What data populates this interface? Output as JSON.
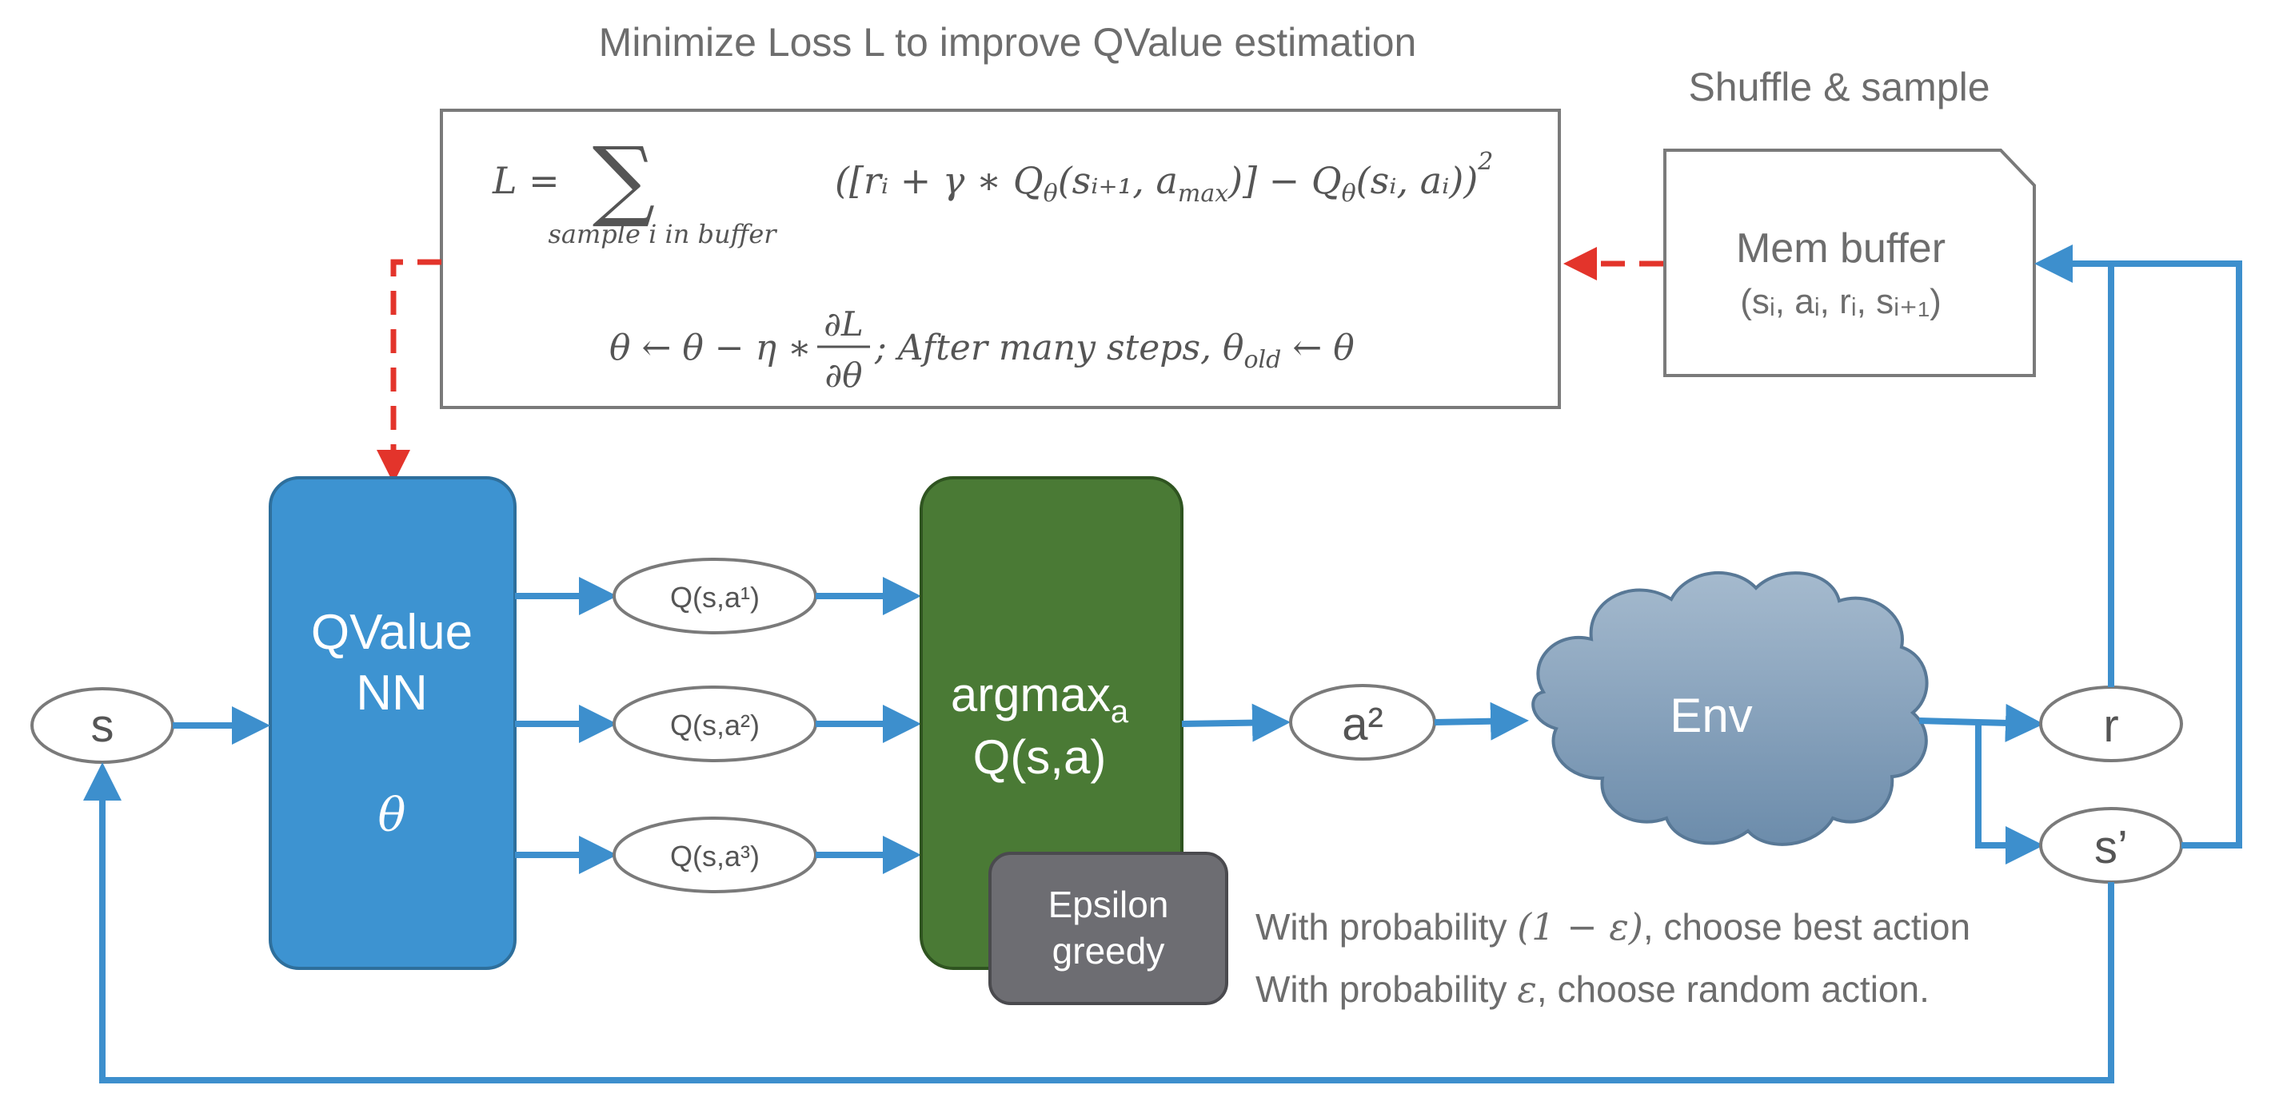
{
  "header": {
    "title": "Minimize Loss L to improve QValue estimation",
    "shuffle_label": "Shuffle & sample"
  },
  "loss_box": {
    "loss_lhs": "L =",
    "sum_symbol": "∑",
    "sum_subscript": "sample i in buffer",
    "loss_rhs_main": "([rᵢ + γ ∗ Q",
    "theta_sub": "θ",
    "loss_rhs_arg1": "(sᵢ₊₁, a",
    "max_sub": "max",
    "loss_rhs_rest": ")] − Q",
    "loss_rhs_arg2": "(sᵢ, aᵢ))",
    "squared": "2",
    "update_lhs": "θ ← θ − η ∗",
    "frac_num": "∂L",
    "frac_den": "∂θ",
    "update_rest": ";   After many steps, θ",
    "old_sub": "old",
    "update_tail": " ← θ"
  },
  "mem_buffer": {
    "title": "Mem buffer",
    "contents": "(sᵢ, aᵢ, rᵢ, sᵢ₊₁)"
  },
  "qnet": {
    "title_line1": "QValue",
    "title_line2": "NN",
    "param": "θ"
  },
  "q_outputs": [
    "Q(s,a¹)",
    "Q(s,a²)",
    "Q(s,a³)"
  ],
  "argmax": {
    "line1_main": "argmax",
    "line1_sub": "a",
    "line2": "Q(s,a)"
  },
  "epsilon": {
    "line1": "Epsilon",
    "line2": "greedy"
  },
  "epsilon_notes": {
    "line1_pre": "With probability ",
    "line1_math": "(1 − ε)",
    "line1_post": ", choose best action",
    "line2_pre": "With probability ",
    "line2_math": "ε",
    "line2_post": ", choose random action."
  },
  "nodes": {
    "state": "s",
    "action": "a²",
    "env": "Env",
    "reward": "r",
    "next_state": "s’"
  },
  "colors": {
    "blue": "#3d8fcd",
    "qnet_fill": "#3d93d1",
    "argmax_fill": "#4a7a35",
    "epsilon_fill": "#6d6d72",
    "red_dashed": "#e3342b",
    "gray_text": "#6d6d6d",
    "cloud_top": "#9db3c8",
    "cloud_bottom": "#6f8fae"
  }
}
